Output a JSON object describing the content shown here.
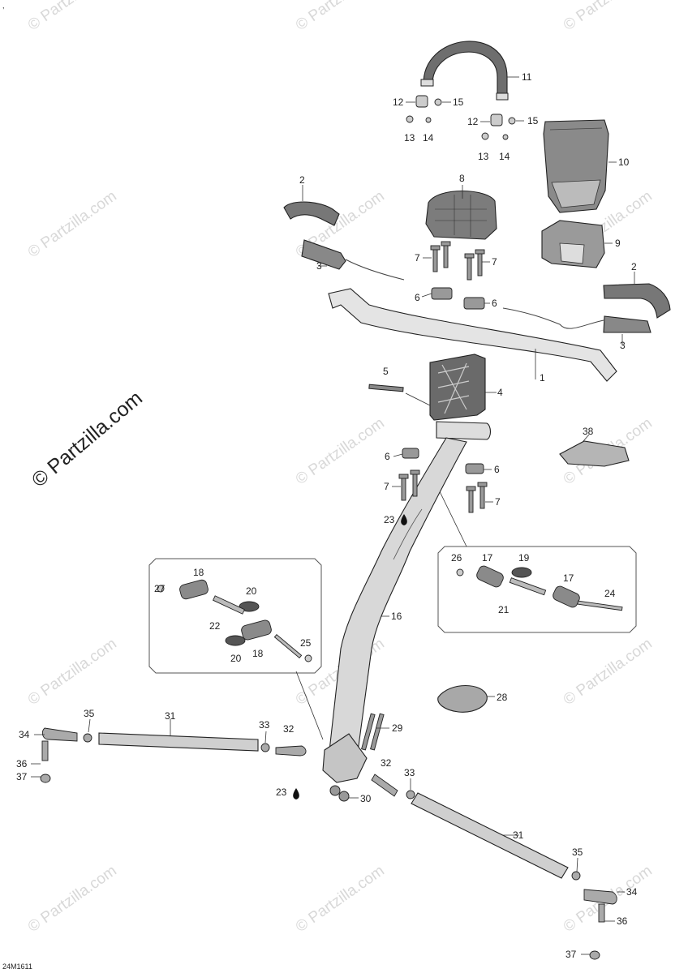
{
  "diagram": {
    "code": "24M1611",
    "corner_mark": ",",
    "watermark": "© Partzilla.com",
    "watermark_main": "© Partzilla.com"
  },
  "callouts": [
    {
      "n": "1"
    },
    {
      "n": "2"
    },
    {
      "n": "2"
    },
    {
      "n": "3"
    },
    {
      "n": "3"
    },
    {
      "n": "4"
    },
    {
      "n": "5"
    },
    {
      "n": "6"
    },
    {
      "n": "6"
    },
    {
      "n": "6"
    },
    {
      "n": "6"
    },
    {
      "n": "7"
    },
    {
      "n": "7"
    },
    {
      "n": "7"
    },
    {
      "n": "7"
    },
    {
      "n": "8"
    },
    {
      "n": "9"
    },
    {
      "n": "10"
    },
    {
      "n": "11"
    },
    {
      "n": "12"
    },
    {
      "n": "12"
    },
    {
      "n": "13"
    },
    {
      "n": "13"
    },
    {
      "n": "14"
    },
    {
      "n": "14"
    },
    {
      "n": "15"
    },
    {
      "n": "15"
    },
    {
      "n": "16"
    },
    {
      "n": "17"
    },
    {
      "n": "17"
    },
    {
      "n": "18"
    },
    {
      "n": "18"
    },
    {
      "n": "19"
    },
    {
      "n": "20"
    },
    {
      "n": "20"
    },
    {
      "n": "21"
    },
    {
      "n": "22"
    },
    {
      "n": "23"
    },
    {
      "n": "23"
    },
    {
      "n": "24"
    },
    {
      "n": "25"
    },
    {
      "n": "26"
    },
    {
      "n": "27"
    },
    {
      "n": "28"
    },
    {
      "n": "29"
    },
    {
      "n": "30"
    },
    {
      "n": "31"
    },
    {
      "n": "31"
    },
    {
      "n": "32"
    },
    {
      "n": "32"
    },
    {
      "n": "33"
    },
    {
      "n": "33"
    },
    {
      "n": "34"
    },
    {
      "n": "34"
    },
    {
      "n": "35"
    },
    {
      "n": "35"
    },
    {
      "n": "36"
    },
    {
      "n": "36"
    },
    {
      "n": "37"
    },
    {
      "n": "37"
    },
    {
      "n": "38"
    }
  ]
}
